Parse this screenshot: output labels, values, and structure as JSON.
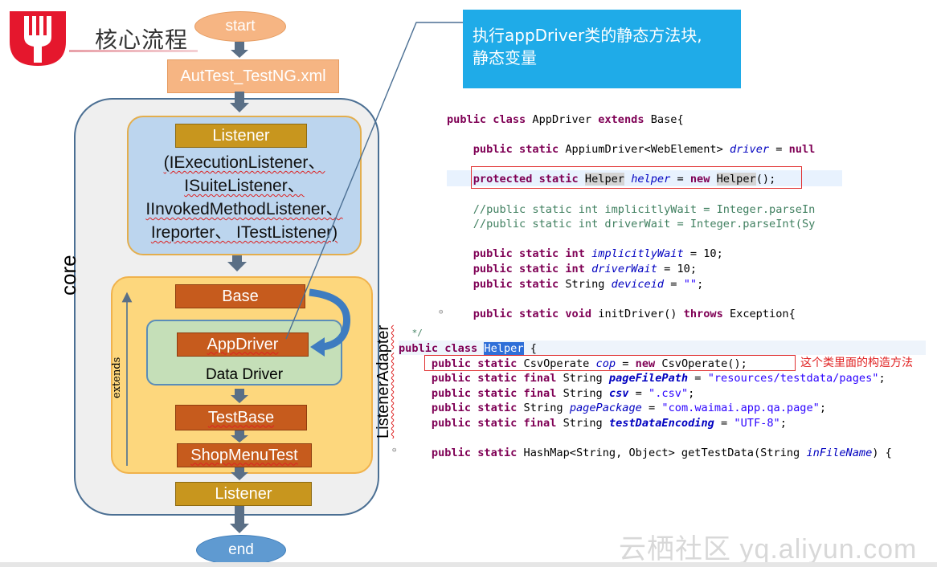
{
  "header": {
    "title": "核心流程"
  },
  "flow": {
    "start": "start",
    "config": "AutTest_TestNG.xml",
    "core_label": "core",
    "listener_top": "Listener",
    "listener_lines": [
      "(IExecutionListener、",
      "ISuiteListener、",
      "IInvokedMethodListener、",
      "Ireporter、 ITestListener)"
    ],
    "adapter_label": "ListenerAdapter",
    "extends_label": "extends",
    "base": "Base",
    "appdriver": "AppDriver",
    "data_driver": "Data Driver",
    "testbase": "TestBase",
    "shopmenu": "ShopMenuTest",
    "listener_bottom": "Listener",
    "end": "end"
  },
  "callout": {
    "line1": "执行appDriver类的静态方法块,",
    "line2": "静态变量"
  },
  "red_note": "这个类里面的构造方法",
  "watermark": "云栖社区 yq.aliyun.com",
  "colors": {
    "start_fill": "#f6b583",
    "end_fill": "#5f9ad1",
    "gold": "#c8961e",
    "rust": "#c65b1d",
    "listener_bg": "#bcd5ee",
    "adapter_bg": "#fdd77d",
    "data_driver_bg": "#c5dfb8",
    "callout_bg": "#1fabe8"
  }
}
